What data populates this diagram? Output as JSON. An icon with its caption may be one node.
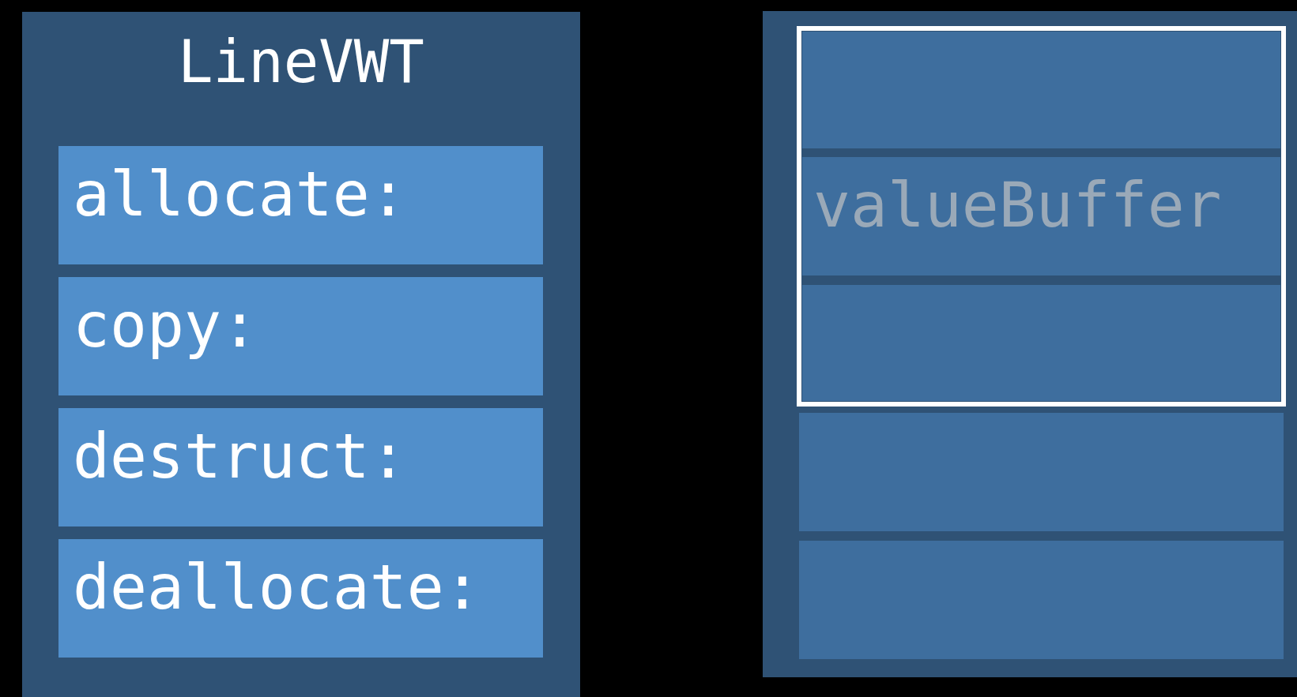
{
  "diagram": {
    "nodes": [
      {
        "text": [
          "LineVWT"
        ]
      },
      {
        "text": [
          "allocate:"
        ],
        "in": 0
      },
      {
        "text": [
          "copy:"
        ],
        "in": 0
      },
      {
        "text": [
          "destruct:"
        ],
        "in": 0
      },
      {
        "text": [
          "deallocate:"
        ],
        "in": 0
      },
      {
        "text": [],
        "shape": "box"
      },
      {
        "text": [],
        "shape": "box",
        "in": 5
      },
      {
        "text": [],
        "shape": "box",
        "in": 6
      },
      {
        "text": [
          "valueBuffer"
        ],
        "in": 6
      },
      {
        "text": [],
        "shape": "box",
        "in": 6
      },
      {
        "text": [],
        "shape": "box",
        "in": 5
      },
      {
        "text": [],
        "shape": "box",
        "in": 5
      }
    ],
    "edges": []
  }
}
